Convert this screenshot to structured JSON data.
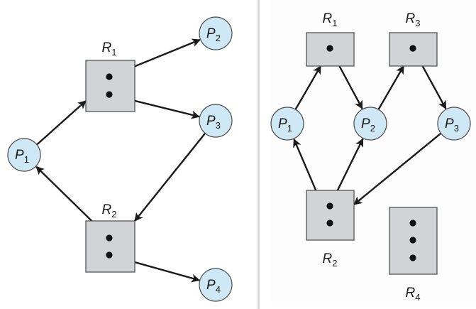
{
  "colors": {
    "process_fill": "#cfe8f6",
    "resource_fill": "#d1d3d4",
    "edge": "#1a1a1a",
    "instance_dot": "#111111",
    "divider": "#d9d9d9"
  },
  "diagrams": [
    {
      "id": "left",
      "description": "Resource-allocation graph with a cycle but no deadlock",
      "processes": [
        {
          "id": "P1",
          "name": "P",
          "sub": "1"
        },
        {
          "id": "P2",
          "name": "P",
          "sub": "2"
        },
        {
          "id": "P3",
          "name": "P",
          "sub": "3"
        },
        {
          "id": "P4",
          "name": "P",
          "sub": "4"
        }
      ],
      "resources": [
        {
          "id": "R1",
          "name": "R",
          "sub": "1",
          "instances": 2
        },
        {
          "id": "R2",
          "name": "R",
          "sub": "2",
          "instances": 2
        }
      ],
      "edges": [
        {
          "type": "request",
          "from": "P1",
          "to": "R1"
        },
        {
          "type": "assignment",
          "from": "R1",
          "instance": 1,
          "to": "P2"
        },
        {
          "type": "assignment",
          "from": "R1",
          "instance": 2,
          "to": "P3"
        },
        {
          "type": "request",
          "from": "P3",
          "to": "R2"
        },
        {
          "type": "assignment",
          "from": "R2",
          "instance": 1,
          "to": "P1"
        },
        {
          "type": "assignment",
          "from": "R2",
          "instance": 2,
          "to": "P4"
        }
      ]
    },
    {
      "id": "right",
      "description": "Resource-allocation graph with a deadlock",
      "processes": [
        {
          "id": "P1",
          "name": "P",
          "sub": "1"
        },
        {
          "id": "P2",
          "name": "P",
          "sub": "2"
        },
        {
          "id": "P3",
          "name": "P",
          "sub": "3"
        }
      ],
      "resources": [
        {
          "id": "R1",
          "name": "R",
          "sub": "1",
          "instances": 1
        },
        {
          "id": "R3",
          "name": "R",
          "sub": "3",
          "instances": 1
        },
        {
          "id": "R2",
          "name": "R",
          "sub": "2",
          "instances": 2
        },
        {
          "id": "R4",
          "name": "R",
          "sub": "4",
          "instances": 3
        }
      ],
      "edges": [
        {
          "type": "request",
          "from": "P1",
          "to": "R1"
        },
        {
          "type": "assignment",
          "from": "R1",
          "instance": 1,
          "to": "P2"
        },
        {
          "type": "request",
          "from": "P2",
          "to": "R3"
        },
        {
          "type": "assignment",
          "from": "R3",
          "instance": 1,
          "to": "P3"
        },
        {
          "type": "request",
          "from": "P3",
          "to": "R2"
        },
        {
          "type": "assignment",
          "from": "R2",
          "instance": 1,
          "to": "P2"
        },
        {
          "type": "assignment",
          "from": "R2",
          "instance": 2,
          "to": "P1"
        }
      ]
    }
  ]
}
